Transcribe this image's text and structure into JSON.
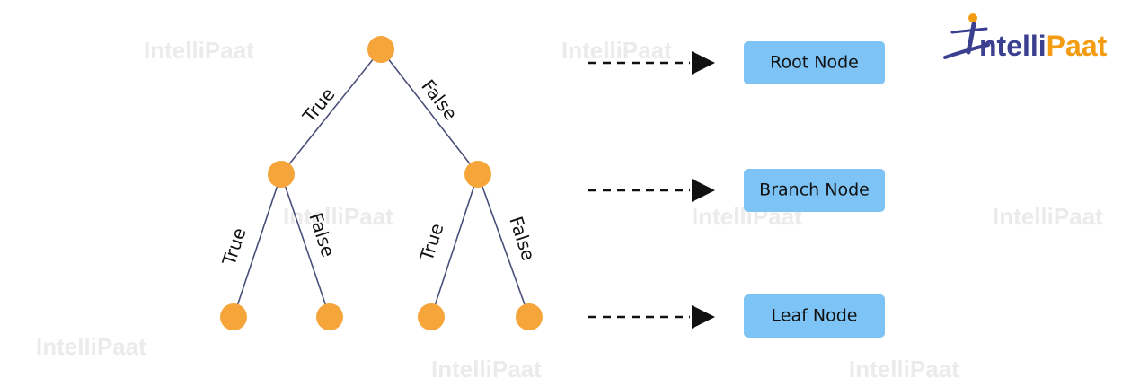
{
  "tree": {
    "edge_labels": {
      "root_left": "True",
      "root_right": "False",
      "left_left": "True",
      "left_right": "False",
      "right_left": "True",
      "right_right": "False"
    },
    "node_color": "#f5a53a",
    "edge_color": "#4a4f7a"
  },
  "legend": {
    "root": "Root Node",
    "branch": "Branch Node",
    "leaf": "Leaf Node",
    "box_color": "#7dc3f5"
  },
  "logo": {
    "text_first": "ntelli",
    "text_second": "Paat",
    "icon": "person-i-icon",
    "primary_color": "#3b3f8f",
    "accent_color": "#f39c12"
  }
}
